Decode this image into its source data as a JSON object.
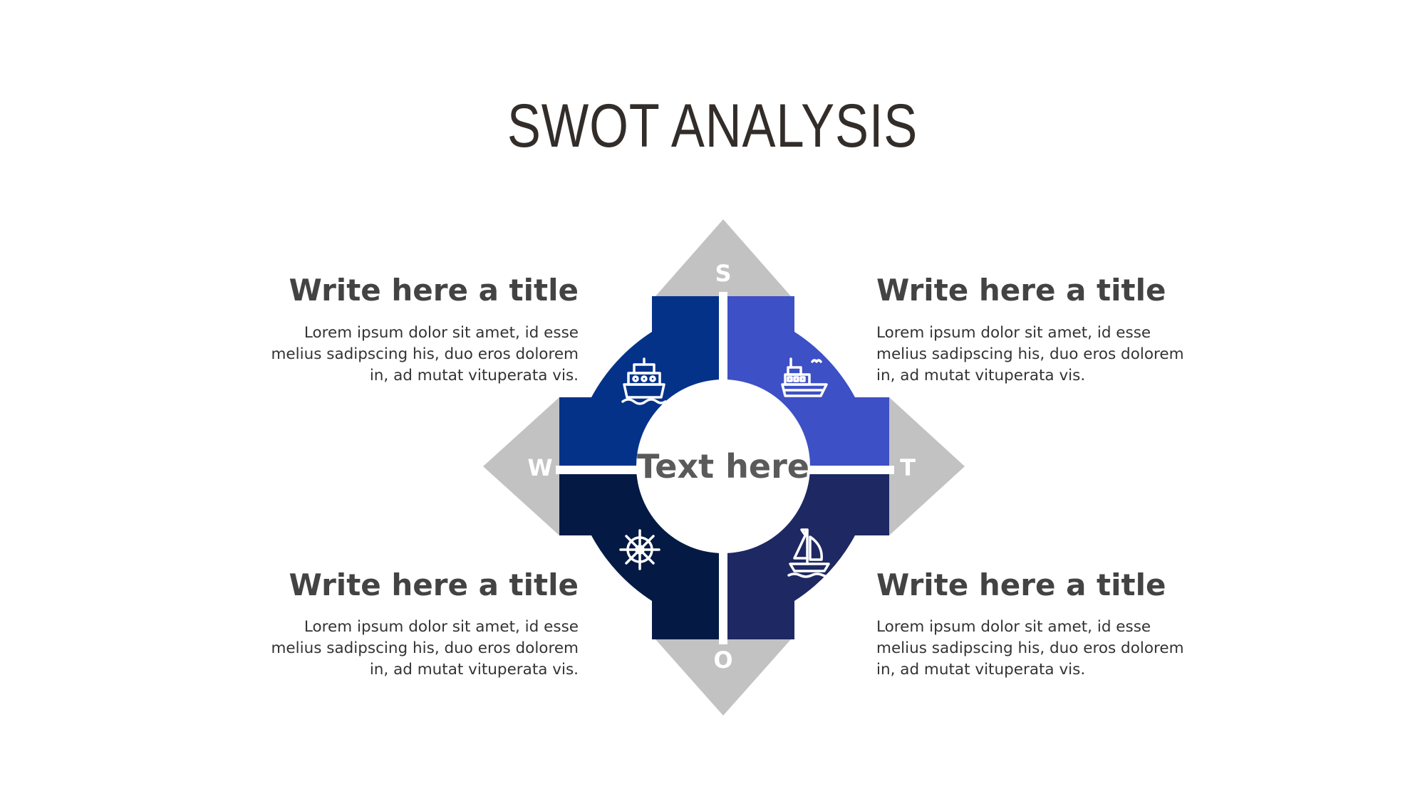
{
  "title": "SWOT ANALYSIS",
  "center_text": "Text here",
  "colors": {
    "strength": "#3e50c5",
    "weakness": "#053289",
    "opportunity": "#041a45",
    "threat": "#1e2862",
    "arrow_gray": "#c2c2c2",
    "title": "#332d2a"
  },
  "letters": {
    "s": "S",
    "w": "W",
    "o": "O",
    "t": "T"
  },
  "quadrants": {
    "top_left": {
      "title": "Write here a title",
      "body": "Lorem ipsum dolor sit amet, id esse melius sadipscing his, duo eros dolorem in, ad mutat vituperata vis.",
      "icon": "cruise-ship-icon"
    },
    "top_right": {
      "title": "Write here a title",
      "body": "Lorem ipsum dolor sit amet, id esse melius sadipscing his, duo eros dolorem in, ad mutat vituperata vis.",
      "icon": "ferry-boat-icon"
    },
    "bottom_left": {
      "title": "Write here a title",
      "body": "Lorem ipsum dolor sit amet, id esse melius sadipscing his, duo eros dolorem in, ad mutat vituperata vis.",
      "icon": "ship-wheel-icon"
    },
    "bottom_right": {
      "title": "Write here a title",
      "body": "Lorem ipsum dolor sit amet, id esse melius sadipscing his, duo eros dolorem in, ad mutat vituperata vis.",
      "icon": "sailboat-icon"
    }
  }
}
